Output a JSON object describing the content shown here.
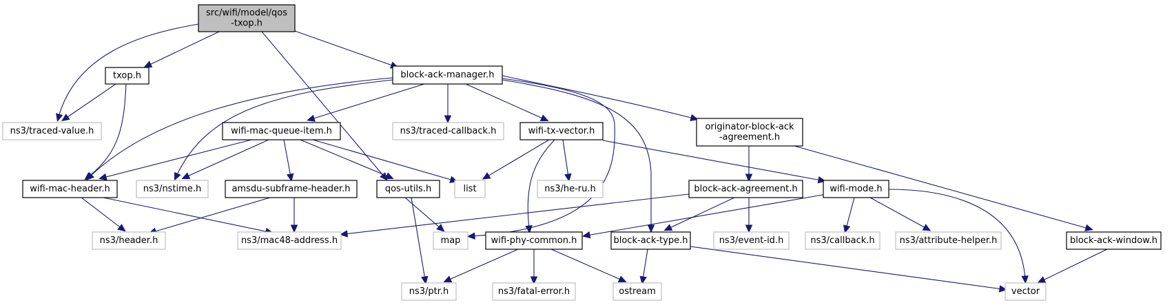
{
  "diagram": {
    "type": "include-dependency-graph",
    "edge_color": "#191970",
    "root_fill": "#bfbfbf",
    "external_border": "#bfbfbf",
    "nodes": [
      {
        "id": "qos_txop",
        "label": [
          "src/wifi/model/qos",
          "-txop.h"
        ],
        "kind": "root"
      },
      {
        "id": "txop",
        "label": [
          "txop.h"
        ],
        "kind": "local"
      },
      {
        "id": "bam",
        "label": [
          "block-ack-manager.h"
        ],
        "kind": "local"
      },
      {
        "id": "traced_value",
        "label": [
          "ns3/traced-value.h"
        ],
        "kind": "external"
      },
      {
        "id": "wmqi",
        "label": [
          "wifi-mac-queue-item.h"
        ],
        "kind": "local"
      },
      {
        "id": "traced_callback",
        "label": [
          "ns3/traced-callback.h"
        ],
        "kind": "external"
      },
      {
        "id": "wtv",
        "label": [
          "wifi-tx-vector.h"
        ],
        "kind": "local"
      },
      {
        "id": "obaa",
        "label": [
          "originator-block-ack",
          "-agreement.h"
        ],
        "kind": "local"
      },
      {
        "id": "wmh",
        "label": [
          "wifi-mac-header.h"
        ],
        "kind": "local"
      },
      {
        "id": "nstime",
        "label": [
          "ns3/nstime.h"
        ],
        "kind": "external"
      },
      {
        "id": "amsdu",
        "label": [
          "amsdu-subframe-header.h"
        ],
        "kind": "local"
      },
      {
        "id": "qos_utils",
        "label": [
          "qos-utils.h"
        ],
        "kind": "local"
      },
      {
        "id": "list",
        "label": [
          "list"
        ],
        "kind": "external"
      },
      {
        "id": "he_ru",
        "label": [
          "ns3/he-ru.h"
        ],
        "kind": "external"
      },
      {
        "id": "baa",
        "label": [
          "block-ack-agreement.h"
        ],
        "kind": "local"
      },
      {
        "id": "wifi_mode",
        "label": [
          "wifi-mode.h"
        ],
        "kind": "local"
      },
      {
        "id": "header",
        "label": [
          "ns3/header.h"
        ],
        "kind": "external"
      },
      {
        "id": "mac48",
        "label": [
          "ns3/mac48-address.h"
        ],
        "kind": "external"
      },
      {
        "id": "map",
        "label": [
          "map"
        ],
        "kind": "external"
      },
      {
        "id": "wpc",
        "label": [
          "wifi-phy-common.h"
        ],
        "kind": "local"
      },
      {
        "id": "bat",
        "label": [
          "block-ack-type.h"
        ],
        "kind": "local"
      },
      {
        "id": "event_id",
        "label": [
          "ns3/event-id.h"
        ],
        "kind": "external"
      },
      {
        "id": "callback",
        "label": [
          "ns3/callback.h"
        ],
        "kind": "external"
      },
      {
        "id": "attr_helper",
        "label": [
          "ns3/attribute-helper.h"
        ],
        "kind": "external"
      },
      {
        "id": "baw",
        "label": [
          "block-ack-window.h"
        ],
        "kind": "local"
      },
      {
        "id": "ptr",
        "label": [
          "ns3/ptr.h"
        ],
        "kind": "external"
      },
      {
        "id": "fatal_error",
        "label": [
          "ns3/fatal-error.h"
        ],
        "kind": "external"
      },
      {
        "id": "ostream",
        "label": [
          "ostream"
        ],
        "kind": "external"
      },
      {
        "id": "vector",
        "label": [
          "vector"
        ],
        "kind": "external"
      }
    ],
    "edges": [
      {
        "from": "qos_txop",
        "to": "txop"
      },
      {
        "from": "qos_txop",
        "to": "traced_value"
      },
      {
        "from": "qos_txop",
        "to": "bam"
      },
      {
        "from": "qos_txop",
        "to": "qos_utils"
      },
      {
        "from": "txop",
        "to": "traced_value"
      },
      {
        "from": "txop",
        "to": "wmh"
      },
      {
        "from": "bam",
        "to": "wmqi"
      },
      {
        "from": "bam",
        "to": "traced_callback"
      },
      {
        "from": "bam",
        "to": "wtv"
      },
      {
        "from": "bam",
        "to": "obaa"
      },
      {
        "from": "bam",
        "to": "wmh"
      },
      {
        "from": "bam",
        "to": "nstime"
      },
      {
        "from": "bam",
        "to": "map"
      },
      {
        "from": "bam",
        "to": "bat"
      },
      {
        "from": "wmqi",
        "to": "wmh"
      },
      {
        "from": "wmqi",
        "to": "nstime"
      },
      {
        "from": "wmqi",
        "to": "amsdu"
      },
      {
        "from": "wmqi",
        "to": "qos_utils"
      },
      {
        "from": "wmqi",
        "to": "list"
      },
      {
        "from": "wtv",
        "to": "list"
      },
      {
        "from": "wtv",
        "to": "he_ru"
      },
      {
        "from": "wtv",
        "to": "wpc"
      },
      {
        "from": "wtv",
        "to": "wifi_mode"
      },
      {
        "from": "obaa",
        "to": "baa"
      },
      {
        "from": "obaa",
        "to": "baw"
      },
      {
        "from": "wmh",
        "to": "header"
      },
      {
        "from": "wmh",
        "to": "mac48"
      },
      {
        "from": "amsdu",
        "to": "header"
      },
      {
        "from": "amsdu",
        "to": "mac48"
      },
      {
        "from": "qos_utils",
        "to": "map"
      },
      {
        "from": "qos_utils",
        "to": "ptr"
      },
      {
        "from": "baa",
        "to": "mac48"
      },
      {
        "from": "baa",
        "to": "bat"
      },
      {
        "from": "baa",
        "to": "event_id"
      },
      {
        "from": "wifi_mode",
        "to": "wpc"
      },
      {
        "from": "wifi_mode",
        "to": "callback"
      },
      {
        "from": "wifi_mode",
        "to": "attr_helper"
      },
      {
        "from": "wifi_mode",
        "to": "vector"
      },
      {
        "from": "wpc",
        "to": "ptr"
      },
      {
        "from": "wpc",
        "to": "fatal_error"
      },
      {
        "from": "wpc",
        "to": "ostream"
      },
      {
        "from": "bat",
        "to": "ostream"
      },
      {
        "from": "bat",
        "to": "vector"
      },
      {
        "from": "baw",
        "to": "vector"
      }
    ]
  }
}
